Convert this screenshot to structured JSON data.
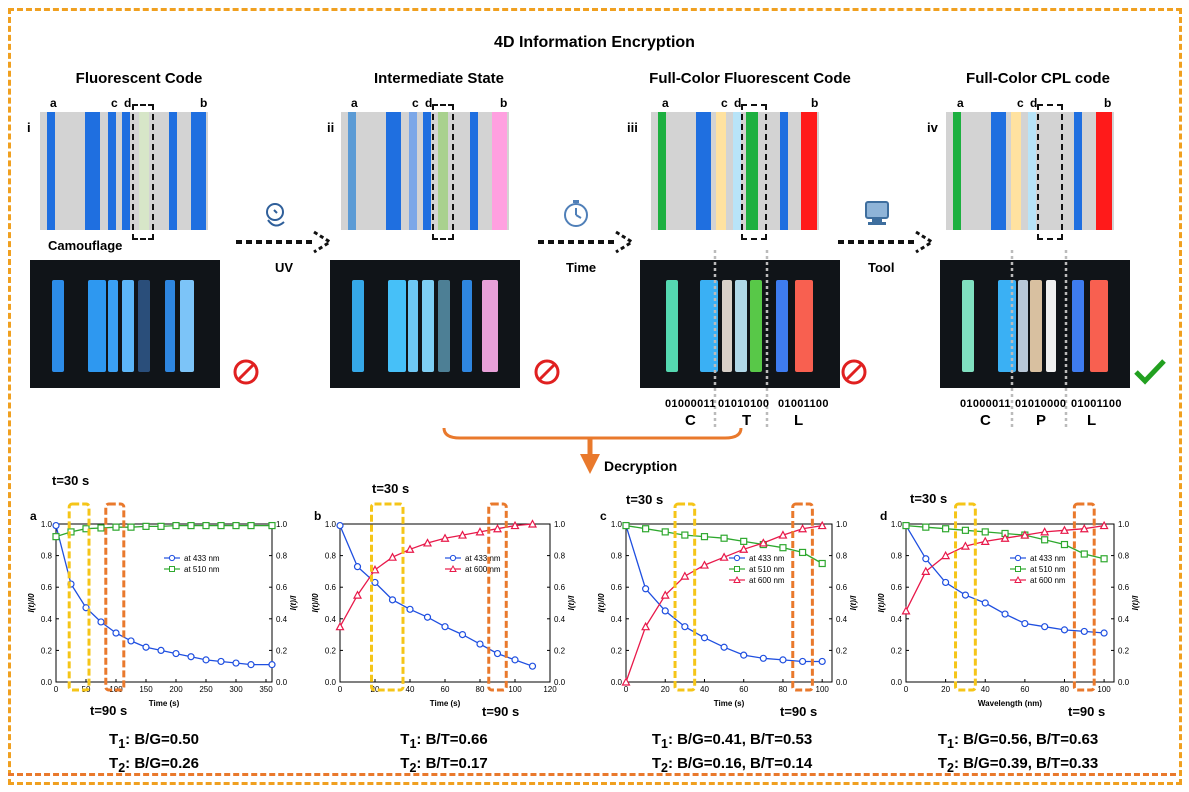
{
  "title": "4D Information Encryption",
  "panels": [
    {
      "roman": "i",
      "title": "Fluorescent Code",
      "note": "Camouflage",
      "strip_labels": [
        "a",
        "c",
        "d",
        "b"
      ]
    },
    {
      "roman": "ii",
      "title": "Intermediate State",
      "strip_labels": [
        "a",
        "c",
        "d",
        "b"
      ]
    },
    {
      "roman": "iii",
      "title": "Full-Color Fluorescent Code",
      "strip_labels": [
        "a",
        "c",
        "d",
        "b"
      ]
    },
    {
      "roman": "iv",
      "title": "Full-Color CPL code",
      "strip_labels": [
        "a",
        "c",
        "d",
        "b"
      ]
    }
  ],
  "arrows": [
    {
      "label": "UV",
      "icon": "uv-lamp-icon"
    },
    {
      "label": "Time",
      "icon": "stopwatch-icon"
    },
    {
      "label": "Tool",
      "icon": "monitor-icon"
    }
  ],
  "codes": {
    "ctl": {
      "bin1": "01000011",
      "bin2": "01010100",
      "bin3": "01001100",
      "letters": [
        "C",
        "T",
        "L"
      ]
    },
    "cpl": {
      "bin1": "01000011",
      "bin2": "01010000",
      "bin3": "01001100",
      "letters": [
        "C",
        "P",
        "L"
      ]
    }
  },
  "decryption_label": "Decryption",
  "markers": {
    "t30": "t=30 s",
    "t90": "t=90 s"
  },
  "colors": {
    "border_top": "#F0A020",
    "border_bottom": "#E9792C",
    "blue": "#1F6FE0",
    "green": "#1DB040",
    "red": "#FF1A1A",
    "pink": "#FFA0E0",
    "yellow": "#FFE2A0",
    "lightblue": "#B8E4F8"
  },
  "captions": [
    {
      "t1": "T",
      "t1sub": "1",
      "t1text": ": B/G=0.50",
      "t2": "T",
      "t2sub": "2",
      "t2text": ": B/G=0.26"
    },
    {
      "t1": "T",
      "t1sub": "1",
      "t1text": ": B/T=0.66",
      "t2": "T",
      "t2sub": "2",
      "t2text": ": B/T=0.17"
    },
    {
      "t1": "T",
      "t1sub": "1",
      "t1text": ": B/G=0.41, B/T=0.53",
      "t2": "T",
      "t2sub": "2",
      "t2text": ": B/G=0.16, B/T=0.14"
    },
    {
      "t1": "T",
      "t1sub": "1",
      "t1text": ": B/G=0.56, B/T=0.63",
      "t2": "T",
      "t2sub": "2",
      "t2text": ": B/G=0.39, B/T=0.33"
    }
  ],
  "chart_data": [
    {
      "type": "line",
      "panel": "a",
      "xlabel": "Time (s)",
      "ylabel": "I(t)/I0",
      "y2label": "I(t)/I",
      "xlim": [
        0,
        360
      ],
      "xticks": [
        0,
        50,
        100,
        150,
        200,
        250,
        300,
        350
      ],
      "ylim": [
        0,
        1.0
      ],
      "series": [
        {
          "name": "at 433 nm",
          "color": "#1F4FE0",
          "marker": "circle",
          "x": [
            0,
            25,
            50,
            75,
            100,
            125,
            150,
            175,
            200,
            225,
            250,
            275,
            300,
            325,
            360
          ],
          "y": [
            0.99,
            0.62,
            0.47,
            0.38,
            0.31,
            0.26,
            0.22,
            0.2,
            0.18,
            0.16,
            0.14,
            0.13,
            0.12,
            0.11,
            0.11
          ]
        },
        {
          "name": "at 510 nm",
          "color": "#2EA82E",
          "marker": "square",
          "x": [
            0,
            25,
            50,
            75,
            100,
            125,
            150,
            175,
            200,
            225,
            250,
            275,
            300,
            325,
            360
          ],
          "y": [
            0.92,
            0.95,
            0.97,
            0.975,
            0.98,
            0.98,
            0.985,
            0.985,
            0.99,
            0.99,
            0.99,
            0.99,
            0.99,
            0.99,
            0.99
          ]
        }
      ]
    },
    {
      "type": "line",
      "panel": "b",
      "xlabel": "Time (s)",
      "ylabel": "I(t)/I0",
      "y2label": "I(t)/I",
      "xlim": [
        0,
        120
      ],
      "xticks": [
        0,
        20,
        40,
        60,
        80,
        100,
        120
      ],
      "ylim": [
        0,
        1.0
      ],
      "series": [
        {
          "name": "at 433 nm",
          "color": "#1F4FE0",
          "marker": "circle",
          "x": [
            0,
            10,
            20,
            30,
            40,
            50,
            60,
            70,
            80,
            90,
            100,
            110
          ],
          "y": [
            0.99,
            0.73,
            0.63,
            0.52,
            0.46,
            0.41,
            0.35,
            0.3,
            0.24,
            0.18,
            0.14,
            0.1
          ]
        },
        {
          "name": "at 600 nm",
          "color": "#E8194A",
          "marker": "triangle",
          "x": [
            0,
            10,
            20,
            30,
            40,
            50,
            60,
            70,
            80,
            90,
            100,
            110
          ],
          "y": [
            0.35,
            0.55,
            0.71,
            0.79,
            0.84,
            0.88,
            0.91,
            0.93,
            0.95,
            0.97,
            0.99,
            1.0
          ]
        }
      ]
    },
    {
      "type": "line",
      "panel": "c",
      "xlabel": "Time (s)",
      "ylabel": "I(t)/I0",
      "y2label": "I(t)/I",
      "xlim": [
        0,
        105
      ],
      "xticks": [
        0,
        20,
        40,
        60,
        80,
        100
      ],
      "ylim": [
        0,
        1.0
      ],
      "series": [
        {
          "name": "at 433 nm",
          "color": "#1F4FE0",
          "marker": "circle",
          "x": [
            0,
            10,
            20,
            30,
            40,
            50,
            60,
            70,
            80,
            90,
            100
          ],
          "y": [
            0.99,
            0.59,
            0.45,
            0.35,
            0.28,
            0.22,
            0.17,
            0.15,
            0.14,
            0.13,
            0.13
          ]
        },
        {
          "name": "at 510 nm",
          "color": "#2EA82E",
          "marker": "square",
          "x": [
            0,
            10,
            20,
            30,
            40,
            50,
            60,
            70,
            80,
            90,
            100
          ],
          "y": [
            0.99,
            0.97,
            0.95,
            0.93,
            0.92,
            0.91,
            0.89,
            0.87,
            0.85,
            0.82,
            0.75
          ]
        },
        {
          "name": "at 600 nm",
          "color": "#E8194A",
          "marker": "triangle",
          "x": [
            0,
            10,
            20,
            30,
            40,
            50,
            60,
            70,
            80,
            90,
            100
          ],
          "y": [
            0.0,
            0.35,
            0.55,
            0.67,
            0.74,
            0.79,
            0.84,
            0.88,
            0.93,
            0.97,
            0.99
          ]
        }
      ]
    },
    {
      "type": "line",
      "panel": "d",
      "xlabel": "Wavelength (nm)",
      "ylabel": "I(t)/I0",
      "y2label": "I(t)/I",
      "xlim": [
        0,
        105
      ],
      "xticks": [
        0,
        20,
        40,
        60,
        80,
        100
      ],
      "ylim": [
        0,
        1.0
      ],
      "series": [
        {
          "name": "at 433 nm",
          "color": "#1F4FE0",
          "marker": "circle",
          "x": [
            0,
            10,
            20,
            30,
            40,
            50,
            60,
            70,
            80,
            90,
            100
          ],
          "y": [
            0.99,
            0.78,
            0.63,
            0.55,
            0.5,
            0.43,
            0.37,
            0.35,
            0.33,
            0.32,
            0.31
          ]
        },
        {
          "name": "at 510 nm",
          "color": "#2EA82E",
          "marker": "square",
          "x": [
            0,
            10,
            20,
            30,
            40,
            50,
            60,
            70,
            80,
            90,
            100
          ],
          "y": [
            0.99,
            0.98,
            0.97,
            0.96,
            0.95,
            0.94,
            0.93,
            0.9,
            0.87,
            0.81,
            0.78
          ]
        },
        {
          "name": "at 600 nm",
          "color": "#E8194A",
          "marker": "triangle",
          "x": [
            0,
            10,
            20,
            30,
            40,
            50,
            60,
            70,
            80,
            90,
            100
          ],
          "y": [
            0.45,
            0.7,
            0.8,
            0.86,
            0.89,
            0.91,
            0.93,
            0.95,
            0.96,
            0.97,
            0.99
          ]
        }
      ]
    }
  ]
}
